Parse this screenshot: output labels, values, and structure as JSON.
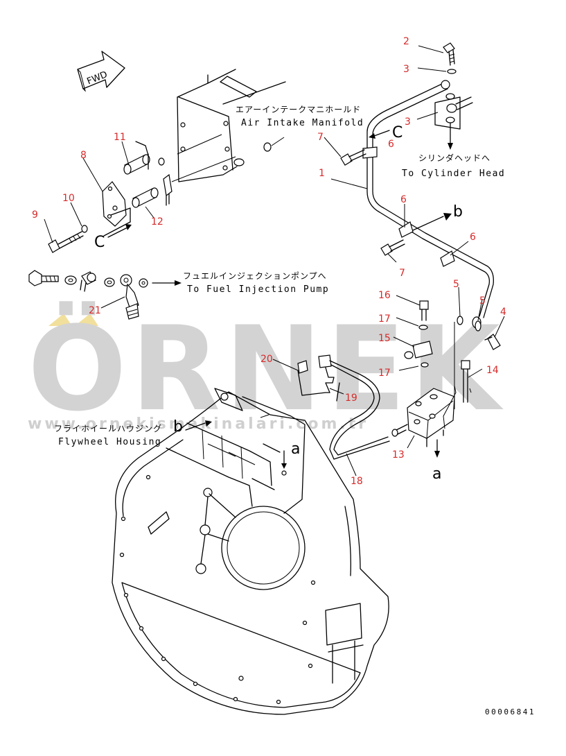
{
  "watermark": {
    "brand": "ÖRNEK",
    "url": "www.ornekismakinalari.com.tr",
    "accent_color": "#f1df9c",
    "color": "#d3d3d3"
  },
  "direction": {
    "fwd": "FWD"
  },
  "labels": {
    "air_intake_jp": "エアーインテークマニホールド",
    "air_intake_en": "Air Intake Manifold",
    "cylinder_head_jp": "シリンダヘッドへ",
    "cylinder_head_en": "To Cylinder Head",
    "fuel_pump_jp": "フュエルインジェクションポンプへ",
    "fuel_pump_en": "To Fuel Injection Pump",
    "flywheel_jp": "フライホイールハウジング",
    "flywheel_en": "Flywheel Housing"
  },
  "view_letters": {
    "c_left": "C",
    "c_right": "C",
    "b_right": "b",
    "b_left": "b",
    "a_bottom": "a",
    "a_housing": "a"
  },
  "part_numbers": {
    "p1": "1",
    "p2": "2",
    "p3a": "3",
    "p3b": "3",
    "p4": "4",
    "p5a": "5",
    "p5b": "5",
    "p6a": "6",
    "p6b": "6",
    "p6c": "6",
    "p7a": "7",
    "p7b": "7",
    "p8": "8",
    "p9": "9",
    "p10": "10",
    "p11": "11",
    "p12": "12",
    "p13": "13",
    "p14": "14",
    "p15": "15",
    "p16": "16",
    "p17a": "17",
    "p17b": "17",
    "p18": "18",
    "p19": "19",
    "p20": "20",
    "p21": "21"
  },
  "drawing_code": "00006841"
}
